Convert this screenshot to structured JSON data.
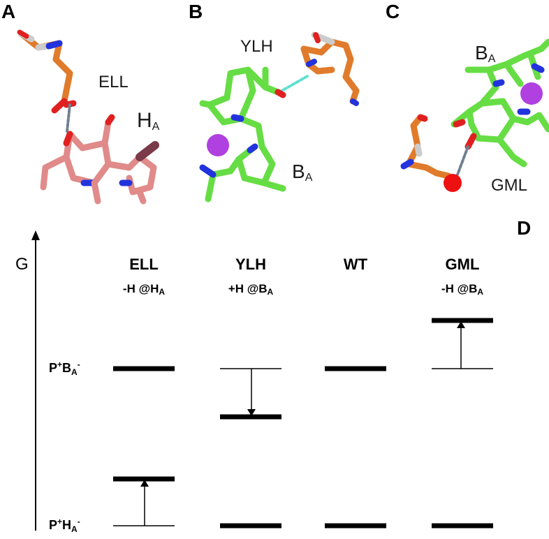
{
  "panels": {
    "A": {
      "letter": "A",
      "residue_label": "ELL",
      "cofactor_label": "H",
      "cofactor_sub": "A"
    },
    "B": {
      "letter": "B",
      "residue_label": "YLH",
      "cofactor_label": "B",
      "cofactor_sub": "A"
    },
    "C": {
      "letter": "C",
      "residue_label": "GML",
      "cofactor_label": "B",
      "cofactor_sub": "A"
    },
    "D": {
      "letter": "D"
    }
  },
  "diagram": {
    "y_axis_label": "G",
    "states": [
      {
        "main": "P",
        "sup1": "+",
        "mid": "B",
        "sub": "A",
        "sup2": "-"
      },
      {
        "main": "P",
        "sup1": "+",
        "mid": "H",
        "sub": "A",
        "sup2": "-"
      }
    ],
    "columns": [
      {
        "name": "ELL",
        "desc_prefix": "-H @H",
        "desc_sub": "A"
      },
      {
        "name": "YLH",
        "desc_prefix": "+H @B",
        "desc_sub": "A"
      },
      {
        "name": "WT",
        "desc_prefix": "",
        "desc_sub": ""
      },
      {
        "name": "GML",
        "desc_prefix": "-H @B",
        "desc_sub": "A"
      }
    ]
  },
  "colors": {
    "carbon_orange": "#e07b2c",
    "carbon_green": "#66dd44",
    "carbon_pink": "#e08a8a",
    "nitrogen": "#2233dd",
    "oxygen": "#e02020",
    "metal": "#b040e0",
    "water": "#ee1111",
    "hbond_gray": "#708090",
    "hbond_cyan": "#60e0d0"
  }
}
